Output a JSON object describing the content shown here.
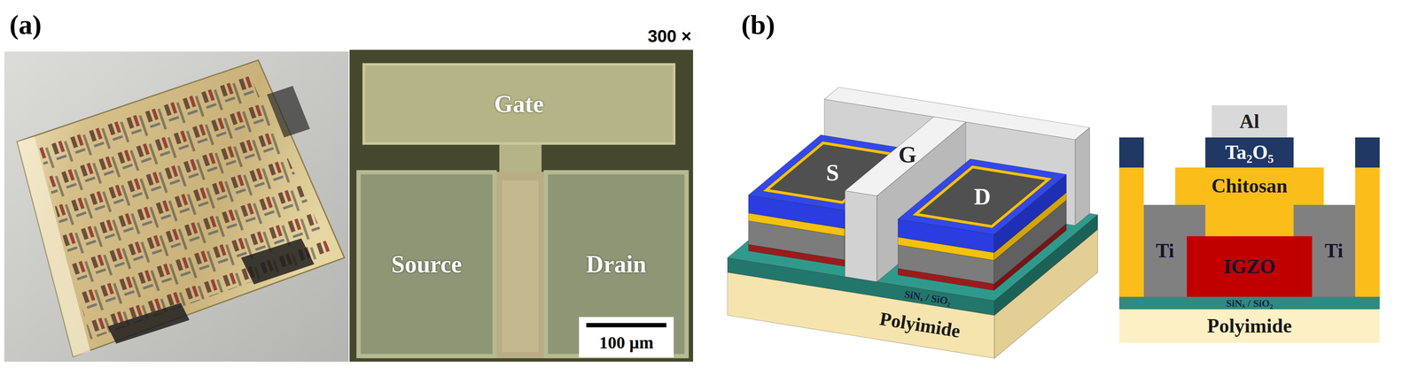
{
  "diagram": {
    "nodes": [
      {
        "text": [
          "Gate"
        ]
      },
      {
        "text": [
          "Source"
        ]
      },
      {
        "text": [
          "Drain"
        ]
      },
      {
        "text": [
          "Al"
        ]
      },
      {
        "text": [
          "Ta₂O₅"
        ]
      },
      {
        "text": [
          "Chitosan"
        ]
      },
      {
        "text": [
          "Ti"
        ]
      },
      {
        "text": [
          "IGZO"
        ]
      },
      {
        "text": [
          "Ti"
        ]
      },
      {
        "text": [
          "SiNₓ / SiO₂"
        ]
      },
      {
        "text": [
          "Polyimide"
        ]
      }
    ],
    "labels": [
      "(a)",
      "300 ×",
      "100 μm",
      "(b)",
      "S",
      "G",
      "D",
      "SiNₓ / SiO₂",
      "Polyimide"
    ]
  }
}
